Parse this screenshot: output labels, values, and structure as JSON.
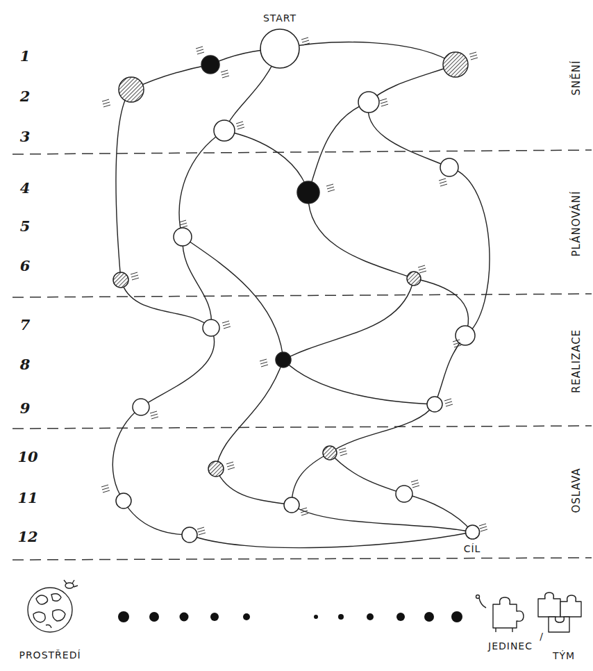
{
  "diagram": {
    "nodes": [
      {
        "text": [
          "START"
        ]
      },
      {
        "text": [
          "CÍL"
        ]
      }
    ],
    "labels": [
      "1",
      "2",
      "3",
      "4",
      "5",
      "6",
      "7",
      "8",
      "9",
      "10",
      "11",
      "12",
      "SNĚNÍ",
      "PLÁNOVÁNÍ",
      "REALIZACE",
      "OSLAVA",
      "PROSTŘEDÍ",
      "JEDINEC",
      "/",
      "TÝM"
    ]
  }
}
